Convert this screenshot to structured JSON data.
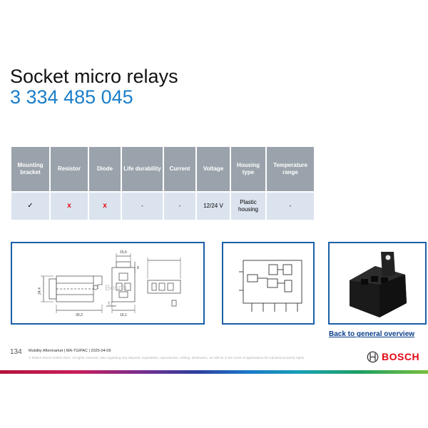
{
  "header": {
    "title": "Socket micro relays",
    "part_number": "3 334 485 045"
  },
  "spec_table": {
    "columns": [
      "Mounting bracket",
      "Resistor",
      "Diode",
      "Life durability",
      "Current",
      "Voltage",
      "Housing type",
      "Temperature range"
    ],
    "row": {
      "mounting_bracket": "✓",
      "resistor": "x",
      "diode": "x",
      "life_durability": "-",
      "current": "-",
      "voltage": "12/24 V",
      "housing_type": "Plastic housing",
      "temperature_range": "-"
    }
  },
  "drawing": {
    "dim_width": "30,2",
    "dim_height": "24,4",
    "dim_a": "16,1",
    "dim_b": "7,7",
    "dim_c": "15,6",
    "dim_d": "8",
    "watermark": "Bosch"
  },
  "links": {
    "back": "Back to general overview"
  },
  "footer": {
    "page_number": "134",
    "line": "Mobility Aftermarket | MA-TG/PAC | 2025-04-09",
    "copyright": "© Robert Bosch GmbH 2024. All rights reserved, also regarding any disposal, exploitation, reproduction, editing, distribution, as well as in the event of applications for industrial property rights.",
    "brand": "BOSCH"
  },
  "colors": {
    "accent_blue": "#1a7ec9",
    "panel_border": "#1b5fa8",
    "header_gray": "#9aa3ab",
    "row_blue": "#dbe3ef",
    "red": "#e30613"
  }
}
